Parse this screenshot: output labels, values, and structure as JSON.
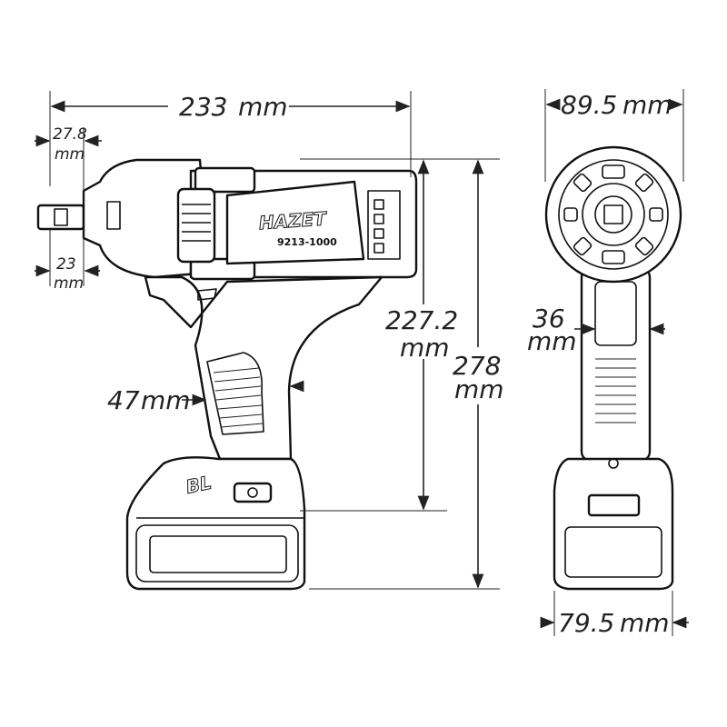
{
  "product": {
    "brand": "HAZET",
    "model": "9213-1000",
    "battery_badge": "BL"
  },
  "dimensions": {
    "overall_length": {
      "value": "233",
      "unit": "mm"
    },
    "anvil_length": {
      "value": "27.8",
      "unit": "mm"
    },
    "anvil_height": {
      "value": "23",
      "unit": "mm"
    },
    "grip_width": {
      "value": "47",
      "unit": "mm"
    },
    "height_without_battery": {
      "value": "227.2",
      "unit": "mm"
    },
    "overall_height": {
      "value": "278",
      "unit": "mm"
    },
    "head_width": {
      "value": "89.5",
      "unit": "mm"
    },
    "grip_thickness": {
      "value": "36",
      "unit": "mm"
    },
    "battery_width": {
      "value": "79.5",
      "unit": "mm"
    }
  }
}
